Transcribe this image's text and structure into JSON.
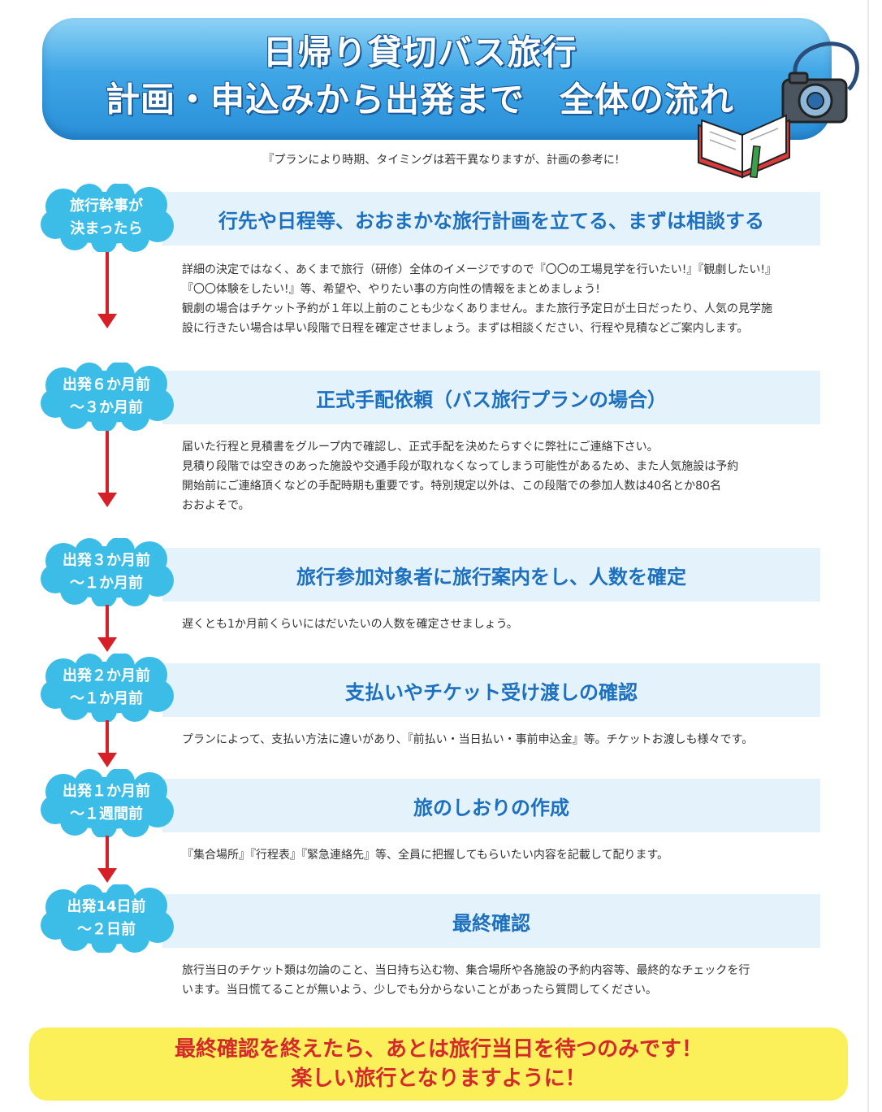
{
  "header": {
    "title_line1": "日帰り貸切バス旅行",
    "title_line2": "計画・申込みから出発まで　全体の流れ"
  },
  "subtitle": "『プランにより時期、タイミングは若干異なりますが、計画の参考に!",
  "steps": [
    {
      "timing": [
        "旅行幹事が",
        "決まったら"
      ],
      "title": "行先や日程等、おおまかな旅行計画を立てる、まずは相談する",
      "description": [
        "詳細の決定ではなく、あくまで旅行（研修）全体のイメージですので『〇〇の工場見学を行いたい!』『観劇したい!』",
        "『〇〇体験をしたい!』等、希望や、やりたい事の方向性の情報をまとめましょう!",
        "観劇の場合はチケット予約が１年以上前のことも少なくありません。また旅行予定日が土日だったり、人気の見学施",
        "設に行きたい場合は早い段階で日程を確定させましょう。まずは相談ください、行程や見積などご案内します。"
      ]
    },
    {
      "timing": [
        "出発６か月前",
        "～３か月前"
      ],
      "title": "正式手配依頼（バス旅行プランの場合）",
      "description": [
        "届いた行程と見積書をグループ内で確認し、正式手配を決めたらすぐに弊社にご連絡下さい。",
        "見積り段階では空きのあった施設や交通手段が取れなくなってしまう可能性があるため、また人気施設は予約",
        "開始前にご連絡頂くなどの手配時期も重要です。特別規定以外は、この段階での参加人数は40名とか80名",
        "おおよそで。"
      ]
    },
    {
      "timing": [
        "出発３か月前",
        "～１か月前"
      ],
      "title": "旅行参加対象者に旅行案内をし、人数を確定",
      "description": [
        "遅くとも1か月前くらいにはだいたいの人数を確定させましょう。"
      ]
    },
    {
      "timing": [
        "出発２か月前",
        "～１か月前"
      ],
      "title": "支払いやチケット受け渡しの確認",
      "description": [
        "プランによって、支払い方法に違いがあり、『前払い・当日払い・事前申込金』等。チケットお渡しも様々です。"
      ]
    },
    {
      "timing": [
        "出発１か月前",
        "～１週間前"
      ],
      "title": "旅のしおりの作成",
      "description": [
        "『集合場所』『行程表』『緊急連絡先』等、全員に把握してもらいたい内容を記載して配ります。"
      ]
    },
    {
      "timing": [
        "出発14日前",
        "～２日前"
      ],
      "title": "最終確認",
      "description": [
        "旅行当日のチケット類は勿論のこと、当日持ち込む物、集合場所や各施設の予約内容等、最終的なチェックを行",
        "います。当日慌てることが無いよう、少しでも分からないことがあったら質問してください。"
      ]
    }
  ],
  "footer": {
    "line1": "最終確認を終えたら、あとは旅行当日を待つのみです！",
    "line2": "楽しい旅行となりますように！"
  },
  "colors": {
    "header_blue": "#3fa6e6",
    "title_blue": "#1d70c0",
    "cloud_cyan": "#3bbde8",
    "arrow_red": "#d61f26",
    "footer_yellow": "#fbef5a",
    "footer_text_red": "#d42a2a"
  }
}
